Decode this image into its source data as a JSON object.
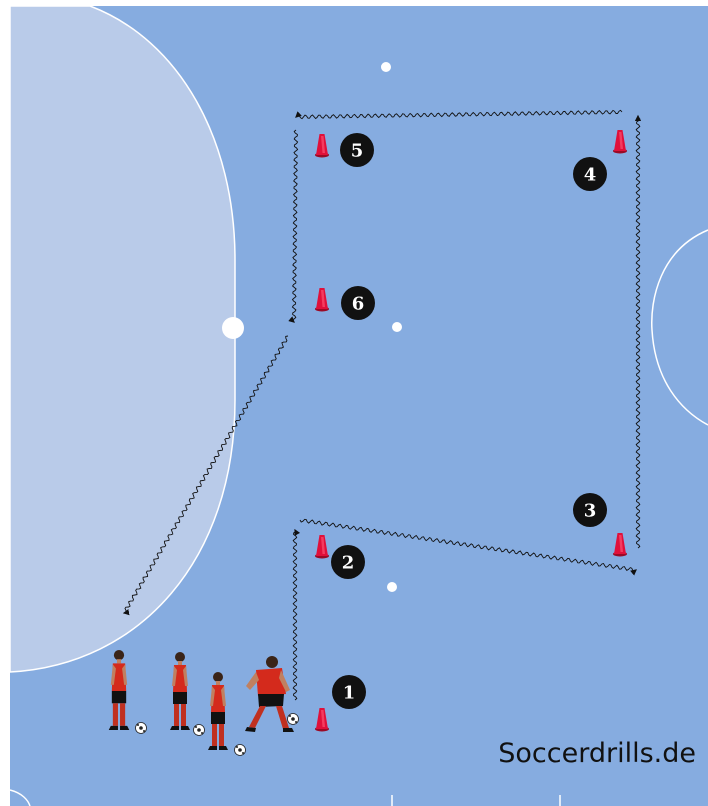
{
  "watermark": "Soccerdrills.de",
  "colors": {
    "pitch": "#86ace0",
    "penalty_area": "#b9cbe9",
    "lines": "#ffffff",
    "cone": "#e0103a",
    "badge": "#111111",
    "jersey": "#d42a1c",
    "shorts": "#111111"
  },
  "stations": [
    {
      "label": "1"
    },
    {
      "label": "2"
    },
    {
      "label": "3"
    },
    {
      "label": "4"
    },
    {
      "label": "5"
    },
    {
      "label": "6"
    }
  ],
  "icons": {
    "cone": "cone-icon",
    "ball": "soccer-ball-icon",
    "player": "player-icon"
  }
}
